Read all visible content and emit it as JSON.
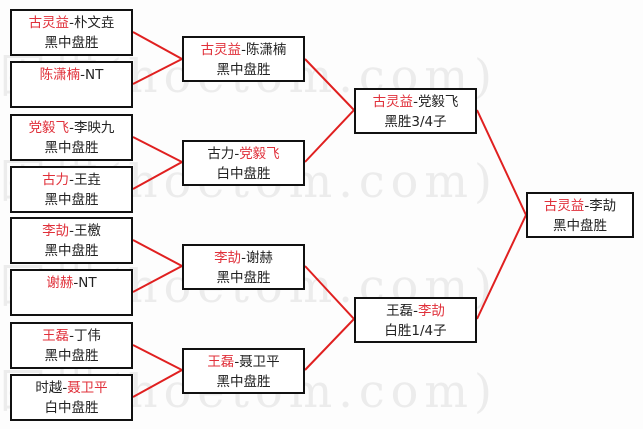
{
  "watermark": "弈城围棋(hoetom.com)",
  "colors": {
    "winner": "#e0303a",
    "line": "#e02020",
    "border": "#111111"
  },
  "matches": [
    {
      "p1": "古灵益",
      "sep": "-",
      "p2": "朴文垚",
      "result": "黑中盘胜",
      "winner": 1
    },
    {
      "p1": "陈潇楠",
      "sep": "-",
      "p2": "NT",
      "result": "",
      "winner": 1
    },
    {
      "p1": "党毅飞",
      "sep": "-",
      "p2": "李映九",
      "result": "黑中盘胜",
      "winner": 1
    },
    {
      "p1": "古力",
      "sep": "-",
      "p2": "王垚",
      "result": "黑中盘胜",
      "winner": 1
    },
    {
      "p1": "李劼",
      "sep": "-",
      "p2": "王檄",
      "result": "黑中盘胜",
      "winner": 1
    },
    {
      "p1": "谢赫",
      "sep": "-",
      "p2": "NT",
      "result": "",
      "winner": 1
    },
    {
      "p1": "王磊",
      "sep": "-",
      "p2": "丁伟",
      "result": "黑中盘胜",
      "winner": 1
    },
    {
      "p1": "时越",
      "sep": "-",
      "p2": "聂卫平",
      "result": "白中盘胜",
      "winner": 2
    },
    {
      "p1": "古灵益",
      "sep": "-",
      "p2": "陈潇楠",
      "result": "黑中盘胜",
      "winner": 1
    },
    {
      "p1": "古力",
      "sep": "-",
      "p2": "党毅飞",
      "result": "白中盘胜",
      "winner": 2
    },
    {
      "p1": "李劼",
      "sep": "-",
      "p2": "谢赫",
      "result": "黑中盘胜",
      "winner": 1
    },
    {
      "p1": "王磊",
      "sep": "-",
      "p2": "聂卫平",
      "result": "黑中盘胜",
      "winner": 1
    },
    {
      "p1": "古灵益",
      "sep": "-",
      "p2": "党毅飞",
      "result": "黑胜3/4子",
      "winner": 1
    },
    {
      "p1": "王磊",
      "sep": "-",
      "p2": "李劼",
      "result": "白胜1/4子",
      "winner": 2
    },
    {
      "p1": "古灵益",
      "sep": "-",
      "p2": "李劼",
      "result": "黑中盘胜",
      "winner": 1
    }
  ]
}
